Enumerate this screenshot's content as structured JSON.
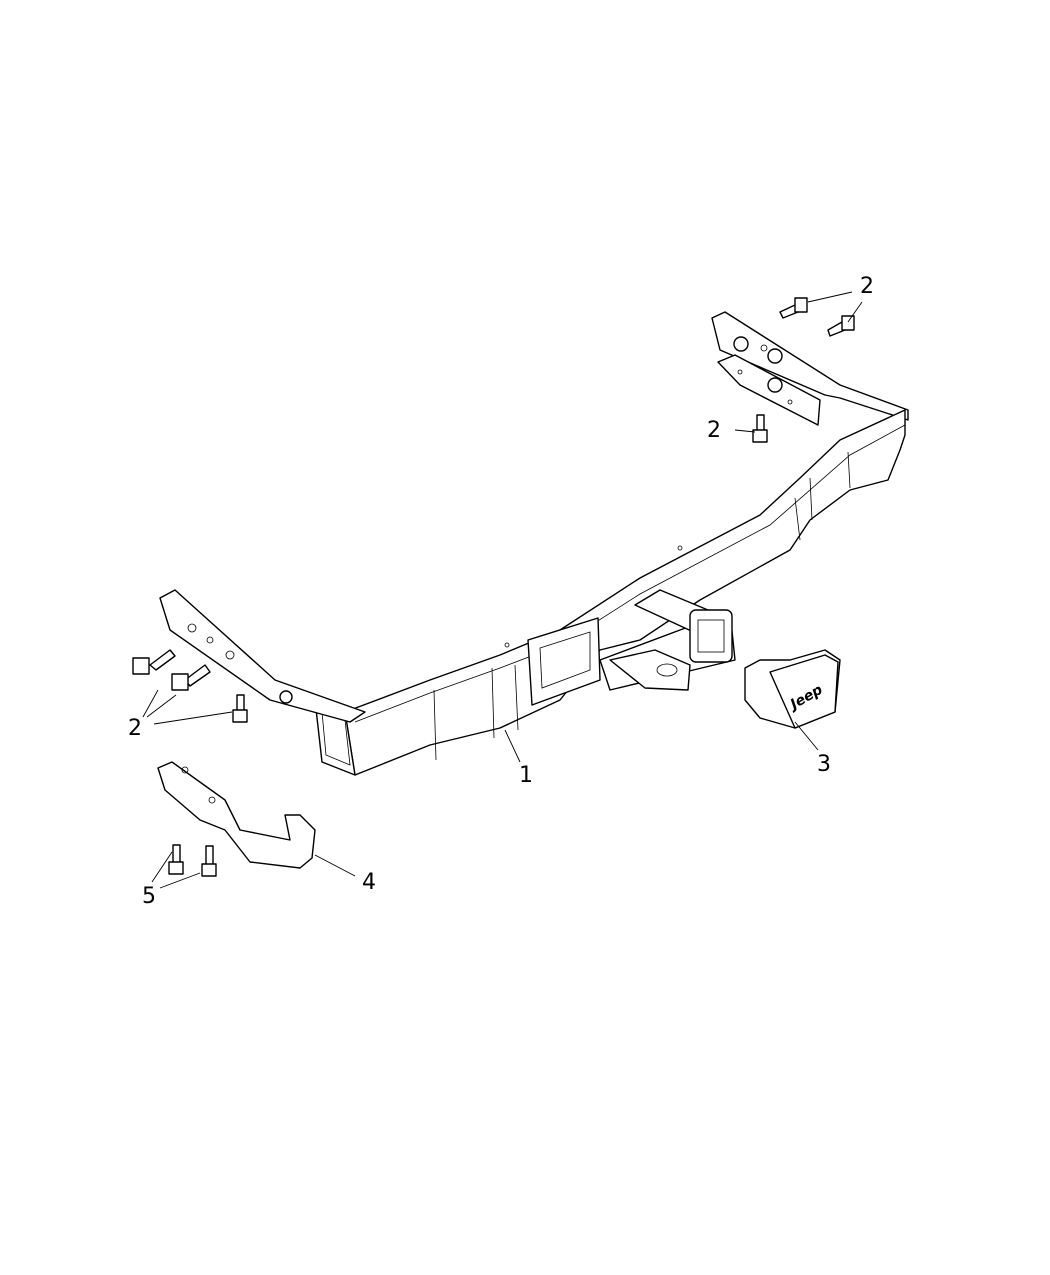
{
  "diagram": {
    "callouts": [
      {
        "label": "2",
        "part": "bolt"
      },
      {
        "label": "2",
        "part": "bolt"
      },
      {
        "label": "2",
        "part": "bolt"
      },
      {
        "label": "1",
        "part": "hitch-receiver"
      },
      {
        "label": "3",
        "part": "receiver-plug"
      },
      {
        "label": "4",
        "part": "tow-hook"
      },
      {
        "label": "5",
        "part": "bolt"
      }
    ],
    "plug_logo": "Jeep"
  }
}
